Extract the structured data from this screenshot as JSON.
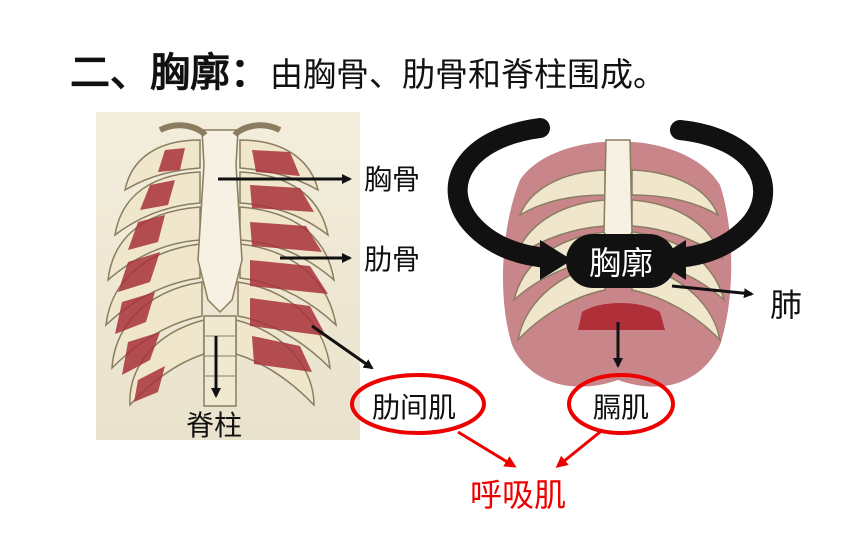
{
  "title": {
    "section": "二、胸廓",
    "colon": "：",
    "description": "由胸骨、肋骨和脊柱围成。"
  },
  "labels": {
    "sternum": "胸骨",
    "ribs": "肋骨",
    "spine": "脊柱",
    "intercostal": "肋间肌",
    "diaphragm": "膈肌",
    "thorax": "胸廓",
    "lung": "肺",
    "respiratory_muscles": "呼吸肌"
  },
  "colors": {
    "text": "#111111",
    "accent_red": "#e00000",
    "bone": "#efe7cf",
    "muscle": "#a8323a"
  }
}
